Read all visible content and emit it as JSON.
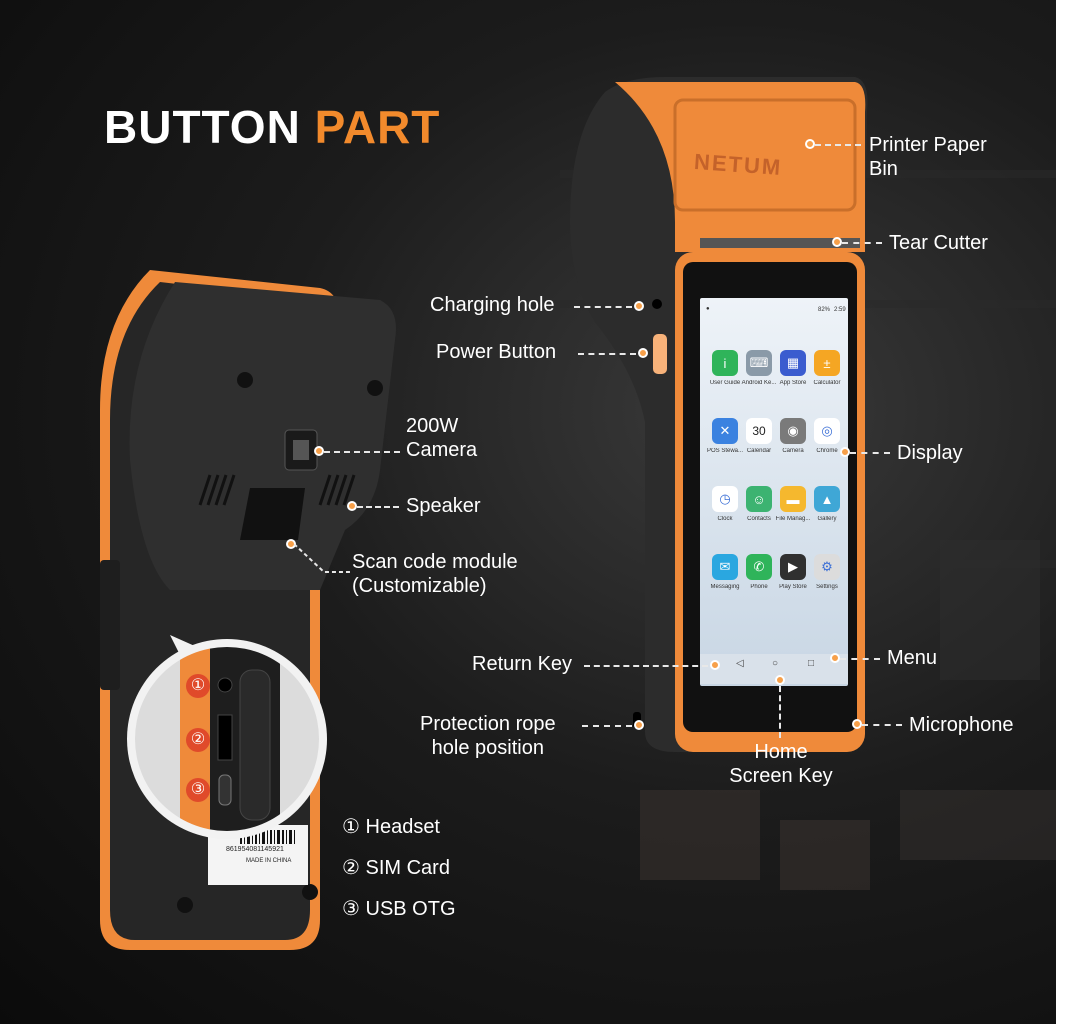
{
  "title": {
    "part1": "BUTTON",
    "part2": "PART"
  },
  "brand": "NETUM",
  "status_bar": {
    "battery": "82%",
    "time": "2:59"
  },
  "apps": [
    {
      "name": "User Guide",
      "icon": "user-guide-icon",
      "color": "#2fb45a"
    },
    {
      "name": "Android Ke...",
      "icon": "keyboard-icon",
      "color": "#8a9aa8"
    },
    {
      "name": "App Store",
      "icon": "app-store-icon",
      "color": "#3a5ccf"
    },
    {
      "name": "Calculator",
      "icon": "calculator-icon",
      "color": "#f5a623"
    },
    {
      "name": "POS Stewa...",
      "icon": "tools-icon",
      "color": "#3b82e0"
    },
    {
      "name": "Calendar",
      "icon": "calendar-icon",
      "color": "#ffffff"
    },
    {
      "name": "Camera",
      "icon": "camera-icon",
      "color": "#7a7a7a"
    },
    {
      "name": "Chrome",
      "icon": "chrome-icon",
      "color": "#ffffff"
    },
    {
      "name": "Clock",
      "icon": "clock-icon",
      "color": "#ffffff"
    },
    {
      "name": "Contacts",
      "icon": "contacts-icon",
      "color": "#3cb371"
    },
    {
      "name": "File Manag...",
      "icon": "folder-icon",
      "color": "#f5b82e"
    },
    {
      "name": "Gallery",
      "icon": "gallery-icon",
      "color": "#3fa7d6"
    },
    {
      "name": "Messaging",
      "icon": "messaging-icon",
      "color": "#2aa7e0"
    },
    {
      "name": "Phone",
      "icon": "phone-icon",
      "color": "#2fb45a"
    },
    {
      "name": "Play Store",
      "icon": "play-store-icon",
      "color": "#303030"
    },
    {
      "name": "Settings",
      "icon": "settings-icon",
      "color": "#dcdcdc"
    }
  ],
  "calendar_day": "30",
  "labels": {
    "printer_paper_bin": "Printer Paper\nBin",
    "tear_cutter": "Tear Cutter",
    "charging_hole": "Charging hole",
    "power_button": "Power Button",
    "display": "Display",
    "return_key": "Return Key",
    "menu": "Menu",
    "protection_rope": "Protection rope\nhole position",
    "microphone": "Microphone",
    "home_key": "Home\nScreen Key",
    "camera": "200W\nCamera",
    "speaker": "Speaker",
    "scan_module": "Scan code module\n(Customizable)"
  },
  "ports": [
    {
      "num": "①",
      "label": "Headset"
    },
    {
      "num": "②",
      "label": "SIM Card"
    },
    {
      "num": "③",
      "label": "USB OTG"
    }
  ],
  "sticker": {
    "code": "861954081145921",
    "made_in": "MADE IN CHINA"
  },
  "colors": {
    "accent": "#f28a2c",
    "device_orange": "#ef8a3a",
    "device_dark": "#2b2b2b"
  }
}
